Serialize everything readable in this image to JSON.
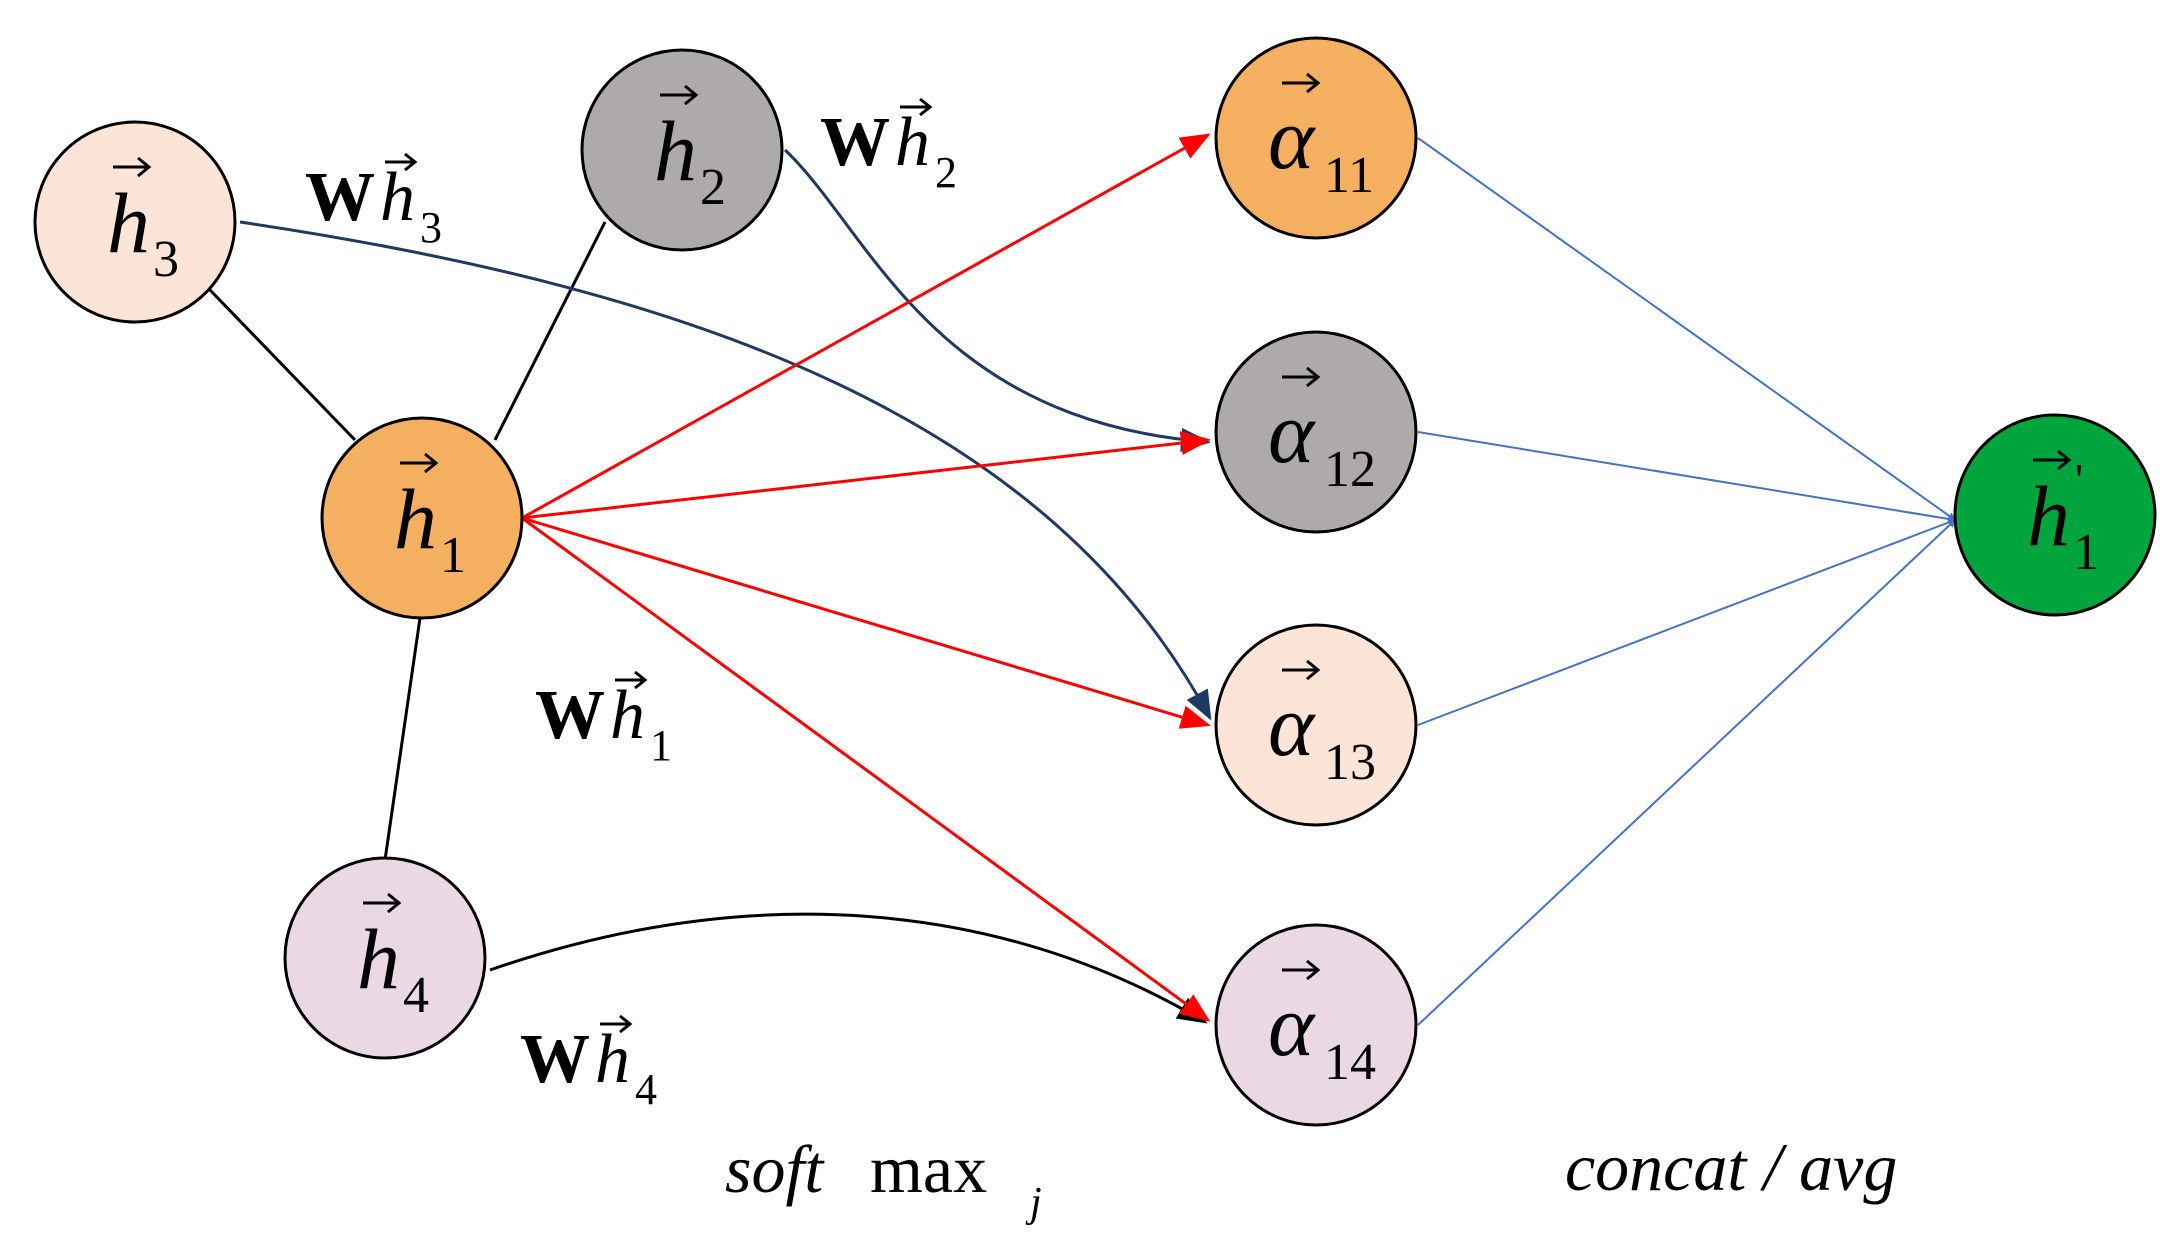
{
  "nodes": [
    {
      "id": "h3",
      "base": "h",
      "sub": "3",
      "fill": "#fce4d6"
    },
    {
      "id": "h2",
      "base": "h",
      "sub": "2",
      "fill": "#aeaaaa"
    },
    {
      "id": "h1",
      "base": "h",
      "sub": "1",
      "fill": "#f4b060"
    },
    {
      "id": "h4",
      "base": "h",
      "sub": "4",
      "fill": "#ead9e4"
    },
    {
      "id": "a11",
      "base": "α",
      "sub": "11",
      "fill": "#f4b060"
    },
    {
      "id": "a12",
      "base": "α",
      "sub": "12",
      "fill": "#aeaaaa"
    },
    {
      "id": "a13",
      "base": "α",
      "sub": "13",
      "fill": "#fce4d6"
    },
    {
      "id": "a14",
      "base": "α",
      "sub": "14",
      "fill": "#ead9e4"
    },
    {
      "id": "hout",
      "base": "h",
      "sub": "1",
      "sup": "'",
      "fill": "#00a53d"
    }
  ],
  "edge_colors": {
    "neighbor": "#000000",
    "self_attention": "#ff0000",
    "projection": "#1f3864",
    "projection_h4": "#000000",
    "aggregate": "#4472c4"
  },
  "labels": {
    "wh3": {
      "bold": "W",
      "base": "h",
      "sub": "3"
    },
    "wh2": {
      "bold": "W",
      "base": "h",
      "sub": "2"
    },
    "wh1": {
      "bold": "W",
      "base": "h",
      "sub": "1"
    },
    "wh4": {
      "bold": "W",
      "base": "h",
      "sub": "4"
    },
    "softmax": {
      "italic": "soft",
      "roman": " max",
      "sub": "j"
    },
    "concat": {
      "text": "concat / avg"
    }
  }
}
